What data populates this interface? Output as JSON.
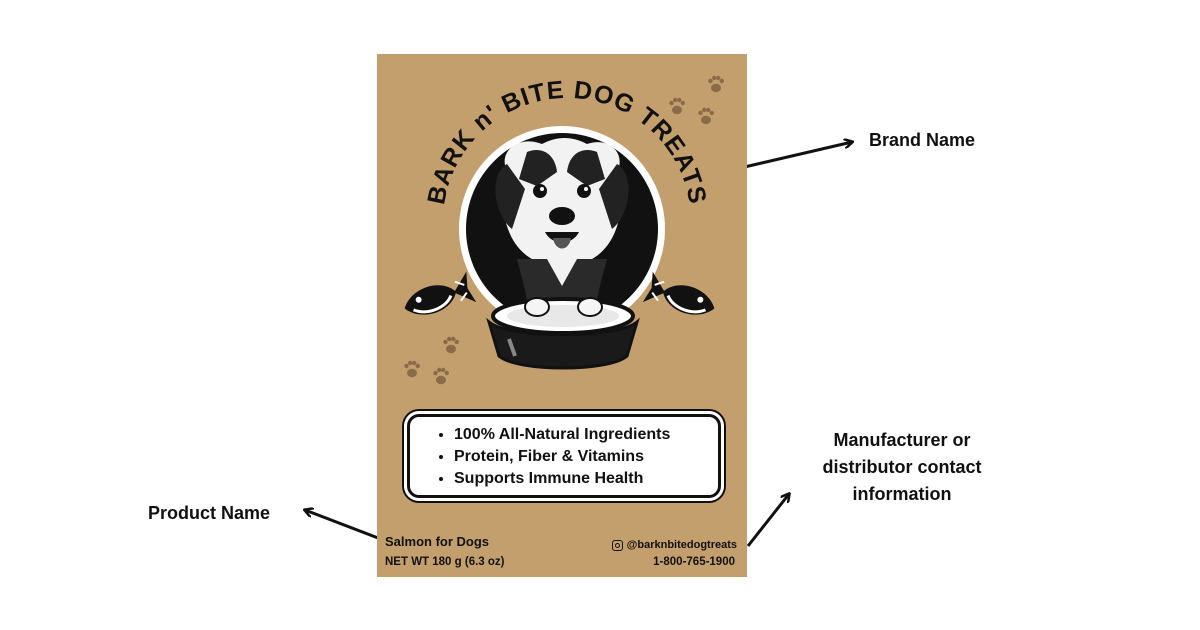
{
  "callouts": {
    "brand": "Brand Name",
    "product": "Product Name",
    "manufacturer": "Manufacturer or distributor contact information"
  },
  "package": {
    "brand_arc_text": "BARK n' BITE DOG TREATS",
    "features": [
      "100% All-Natural Ingredients",
      "Protein, Fiber & Vitamins",
      "Supports Immune Health"
    ],
    "product_name": "Salmon for Dogs",
    "net_weight": "NET WT 180 g (6.3 oz)",
    "instagram": "@barknbitedogtreats",
    "phone": "1-800-765-1900"
  },
  "icons": [
    "dog-logo-icon",
    "fish-icon",
    "paw-print-icon",
    "instagram-icon",
    "arrow-icon"
  ],
  "colors": {
    "package": "#c39f6e",
    "ink": "#111111",
    "paw": "#8a6a48"
  }
}
